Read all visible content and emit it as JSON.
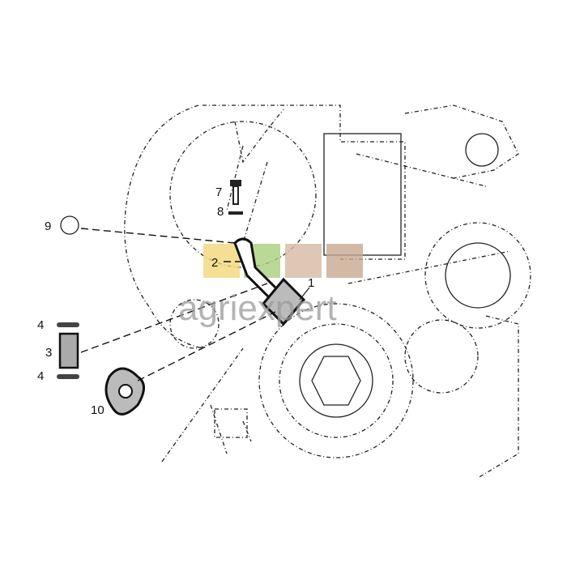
{
  "diagram": {
    "callouts": [
      {
        "id": "9",
        "label": "9"
      },
      {
        "id": "7",
        "label": "7"
      },
      {
        "id": "8",
        "label": "8"
      },
      {
        "id": "2",
        "label": "2"
      },
      {
        "id": "1",
        "label": "1"
      },
      {
        "id": "4a",
        "label": "4"
      },
      {
        "id": "3",
        "label": "3"
      },
      {
        "id": "4b",
        "label": "4"
      },
      {
        "id": "10",
        "label": "10"
      }
    ],
    "watermark": "agriexpert",
    "watermark_colors": [
      "#f2d77a",
      "#a9cf7c",
      "#d7b9a3",
      "#c8a991"
    ]
  }
}
